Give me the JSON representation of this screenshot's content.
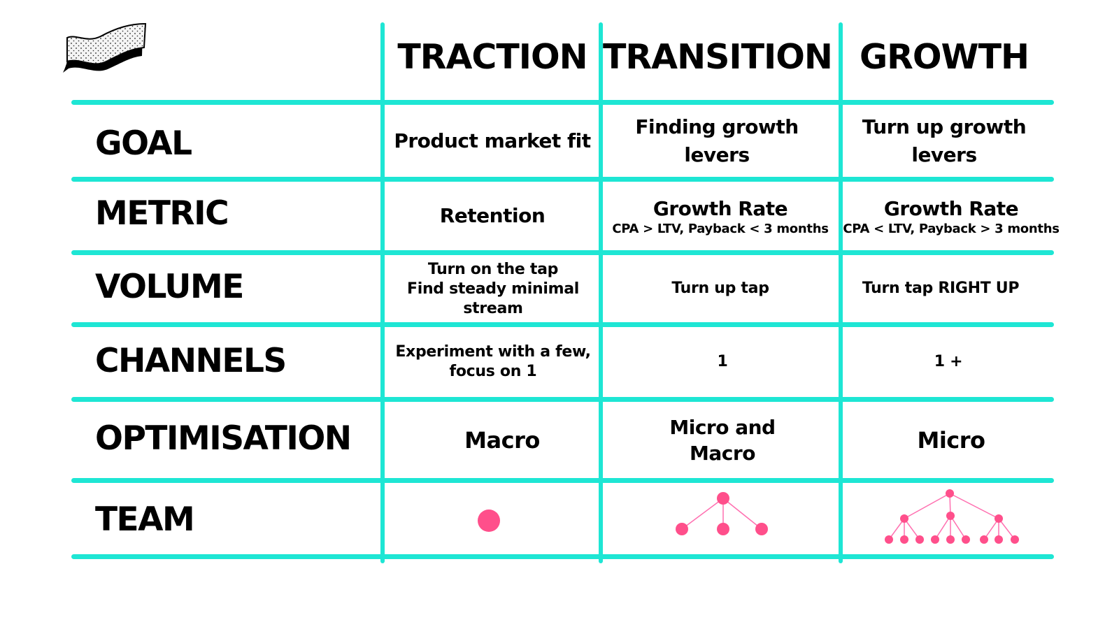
{
  "colors": {
    "grid": "#1ee6d4",
    "node": "#ff4f8b",
    "edge": "#ff6fb0",
    "text": "#000000"
  },
  "logo": {
    "icon": "flag-banner-icon"
  },
  "columns": [
    {
      "label": "TRACTION"
    },
    {
      "label": "TRANSITION"
    },
    {
      "label": "GROWTH"
    }
  ],
  "rows": [
    {
      "label": "GOAL",
      "cells": [
        {
          "main": "Product market fit"
        },
        {
          "main": "Finding growth levers"
        },
        {
          "main": "Turn up growth levers"
        }
      ]
    },
    {
      "label": "METRIC",
      "cells": [
        {
          "main": "Retention"
        },
        {
          "main": "Growth Rate",
          "sub": "CPA > LTV, Payback < 3 months"
        },
        {
          "main": "Growth Rate",
          "sub": "CPA < LTV, Payback > 3 months"
        }
      ]
    },
    {
      "label": "VOLUME",
      "cells": [
        {
          "line1": "Turn on the tap",
          "line2": "Find steady minimal stream"
        },
        {
          "main": "Turn up tap"
        },
        {
          "main": "Turn tap RIGHT UP"
        }
      ]
    },
    {
      "label": "CHANNELS",
      "cells": [
        {
          "main": "Experiment with a few, focus on 1"
        },
        {
          "main": "1"
        },
        {
          "main": "1 +"
        }
      ]
    },
    {
      "label": "OPTIMISATION",
      "cells": [
        {
          "main": "Macro"
        },
        {
          "main": "Micro and Macro"
        },
        {
          "main": "Micro"
        }
      ]
    },
    {
      "label": "TEAM",
      "cells": [
        {
          "icon": "single-node-team-icon",
          "nodes": 1
        },
        {
          "icon": "one-level-tree-team-icon",
          "nodes": 4
        },
        {
          "icon": "two-level-tree-team-icon",
          "nodes": 13
        }
      ]
    }
  ]
}
